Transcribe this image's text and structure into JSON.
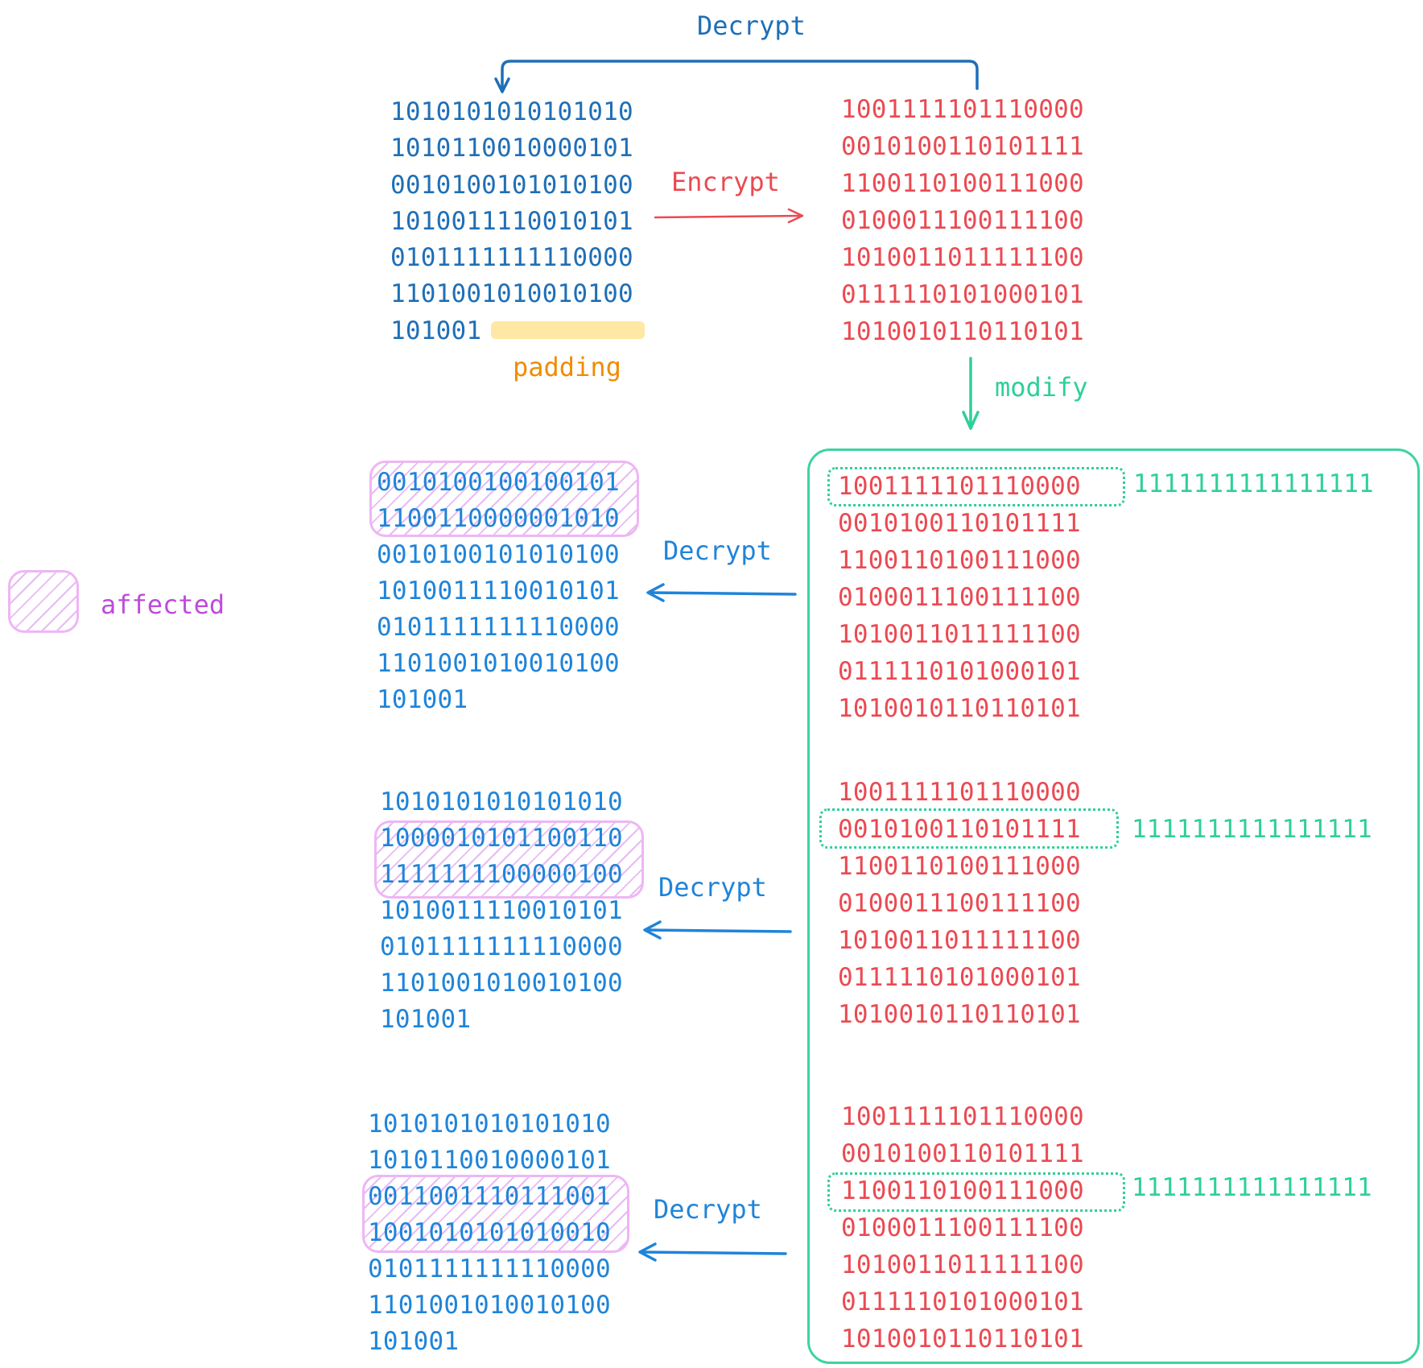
{
  "labels": {
    "decrypt_top": "Decrypt",
    "encrypt": "Encrypt",
    "padding": "padding",
    "modify": "modify",
    "decrypt": "Decrypt",
    "affected": "affected"
  },
  "plaintext": [
    "1010101010101010",
    "1010110010000101",
    "0010100101010100",
    "1010011110010101",
    "0101111111110000",
    "1101001010010100",
    "101001"
  ],
  "ciphertext": [
    "1001111101110000",
    "0010100110101111",
    "1100110100111000",
    "0100011100111100",
    "1010011011111100",
    "0111110101000101",
    "1010010110110101"
  ],
  "modify_mask": "1111111111111111",
  "modified_examples": [
    {
      "modified_block_index": 0,
      "ciphertext": [
        "1001111101110000",
        "0010100110101111",
        "1100110100111000",
        "0100011100111100",
        "1010011011111100",
        "0111110101000101",
        "1010010110110101"
      ],
      "decrypted": [
        "0010100100100101",
        "1100110000001010",
        "0010100101010100",
        "1010011110010101",
        "0101111111110000",
        "1101001010010100",
        "101001"
      ],
      "affected_rows": [
        0,
        1
      ]
    },
    {
      "modified_block_index": 1,
      "ciphertext": [
        "1001111101110000",
        "0010100110101111",
        "1100110100111000",
        "0100011100111100",
        "1010011011111100",
        "0111110101000101",
        "1010010110110101"
      ],
      "decrypted": [
        "1010101010101010",
        "1000010101100110",
        "1111111100000100",
        "1010011110010101",
        "0101111111110000",
        "1101001010010100",
        "101001"
      ],
      "affected_rows": [
        1,
        2
      ]
    },
    {
      "modified_block_index": 2,
      "ciphertext": [
        "1001111101110000",
        "0010100110101111",
        "1100110100111000",
        "0100011100111100",
        "1010011011111100",
        "0111110101000101",
        "1010010110110101"
      ],
      "decrypted": [
        "1010101010101010",
        "1010110010000101",
        "0011001110111001",
        "1001010101010010",
        "0101111111110000",
        "1101001010010100",
        "101001"
      ],
      "affected_rows": [
        2,
        3
      ]
    }
  ],
  "colors": {
    "plaintext_blue": "#1f6fb6",
    "decrypted_blue": "#1f84d9",
    "ciphertext_red": "#ea4a52",
    "modify_green": "#2fcf9b",
    "padding_yellow": "#ffe699",
    "affected_purple": "#be4bdb",
    "affected_fill": "#eeb6f4"
  }
}
